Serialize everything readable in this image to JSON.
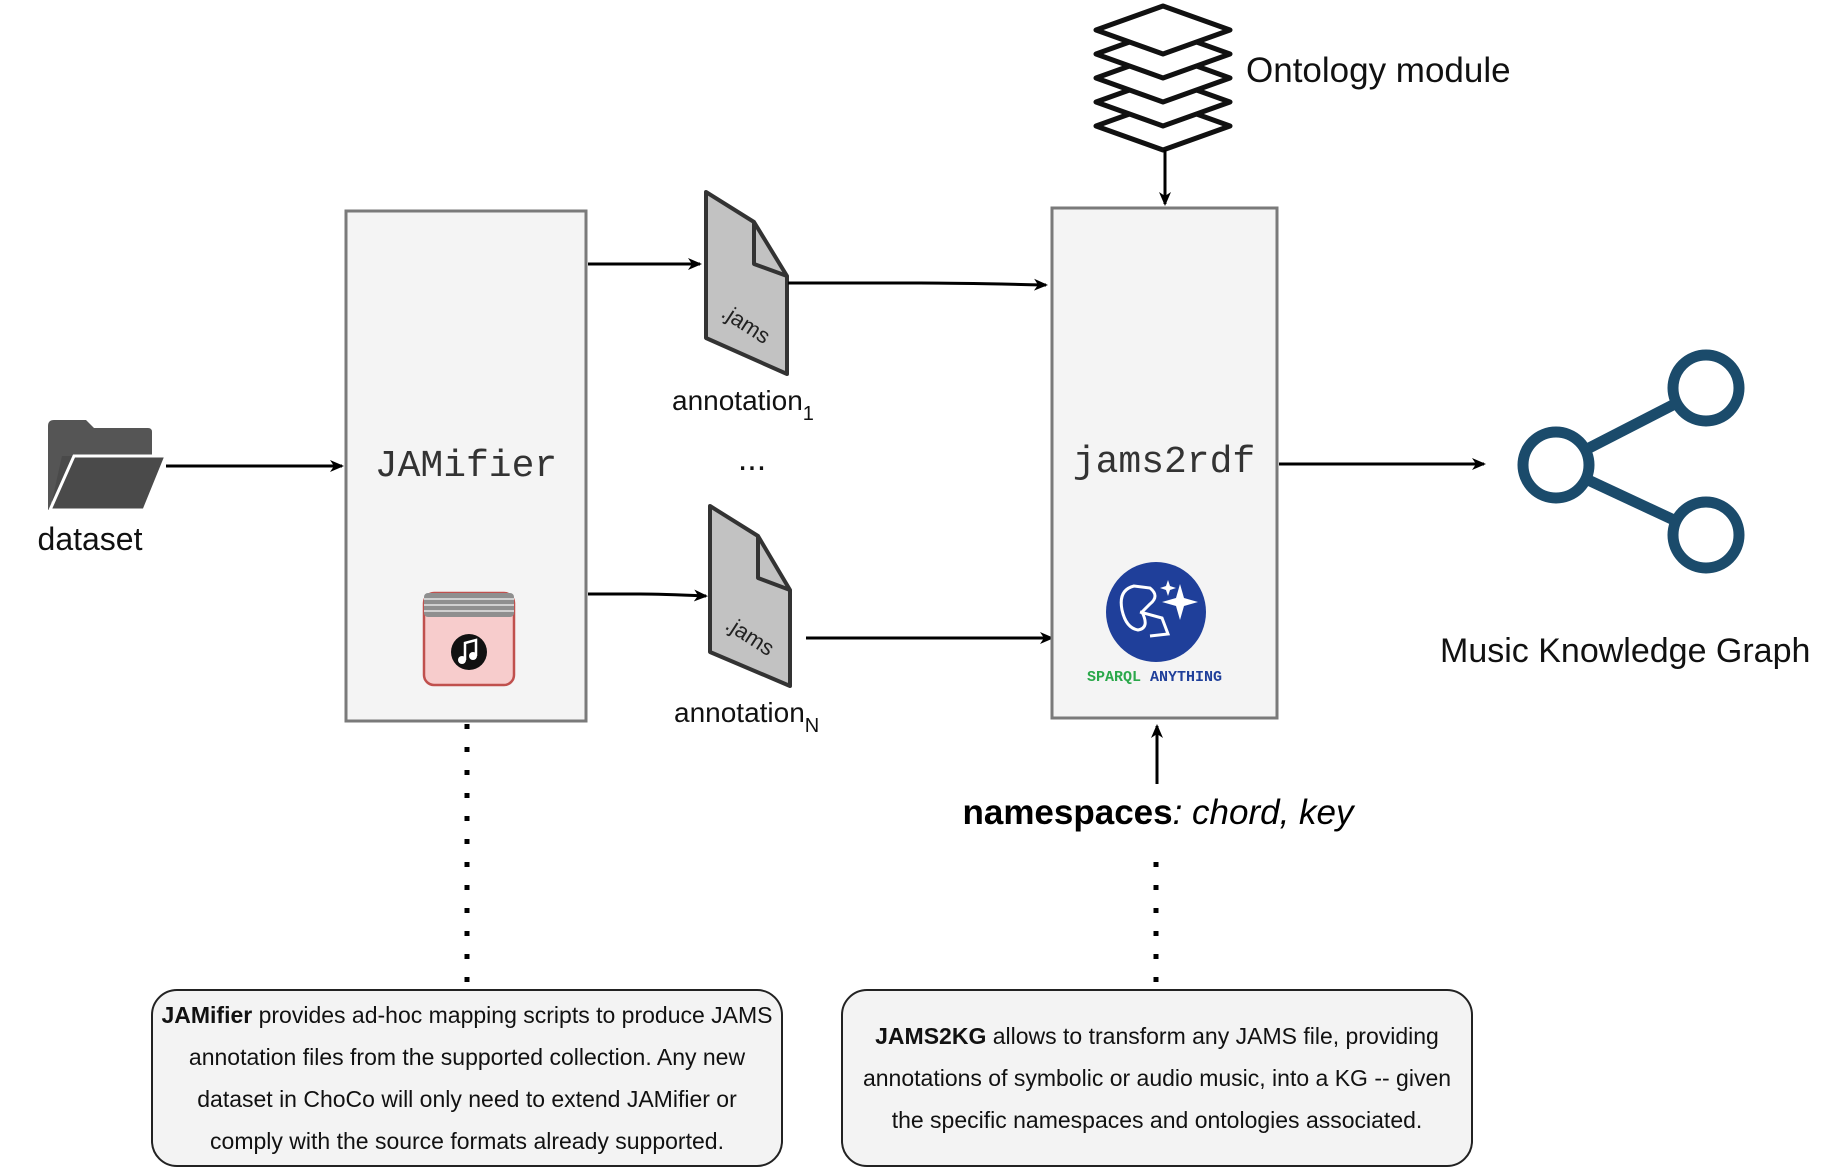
{
  "dataset": {
    "label": "dataset",
    "icon": "folder-icon"
  },
  "jamifier": {
    "label": "JAMifier",
    "icon": "music-file-icon"
  },
  "annotations": [
    {
      "file_label": ".jams",
      "name": "annotation",
      "subscript": "1"
    },
    {
      "file_label": ".jams",
      "name": "annotation",
      "subscript": "N"
    }
  ],
  "ellipsis": "...",
  "jams2rdf": {
    "label": "jams2rdf",
    "logo_text_1": "SPARQL",
    "logo_text_2": "ANYTHING"
  },
  "ontology": {
    "label": "Ontology module",
    "icon": "layers-icon"
  },
  "namespaces": {
    "bold": "namespaces",
    "italic": ": chord, key"
  },
  "output": {
    "label": "Music Knowledge Graph",
    "icon": "share-graph-icon"
  },
  "notes": {
    "jamifier": {
      "bold": "JAMifier",
      "text": " provides ad-hoc mapping scripts to produce JAMS annotation files from the supported collection. Any new dataset in ChoCo will only need to extend JAMifier or comply with the source formats already supported."
    },
    "jams2kg": {
      "bold": "JAMS2KG",
      "text": " allows to transform any JAMS file, providing annotations of symbolic or audio music, into a KG -- given the specific namespaces and ontologies associated."
    }
  },
  "colors": {
    "box_fill": "#f4f4f4",
    "box_stroke": "#7a7a7a",
    "icon_dark": "#4a4a4a",
    "graph_blue": "#1b4b6b",
    "sparql_blue": "#1f3f9a",
    "sparql_green": "#2aa84a",
    "music_pink": "#f7cccc",
    "music_red": "#c0504d"
  }
}
